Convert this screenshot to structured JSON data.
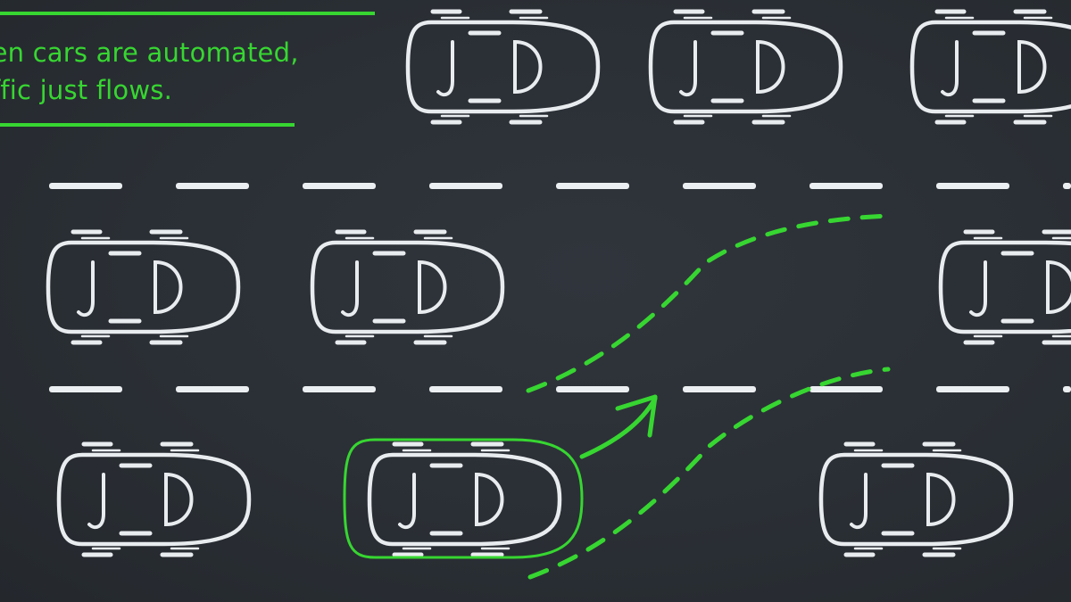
{
  "caption": {
    "line1": "hen cars are automated,",
    "line2": "affic just flows."
  },
  "colors": {
    "background": "#2a2f35",
    "car_outline": "#e9ecef",
    "accent_green": "#37d631",
    "lane_marking": "#eceff1"
  },
  "icons": {
    "car": "car-top-view-icon",
    "arrow": "arrow-up-right-icon"
  },
  "scene": {
    "lanes": 3,
    "highlighted_car_lane": 3,
    "highlighted_car_column": 2
  }
}
